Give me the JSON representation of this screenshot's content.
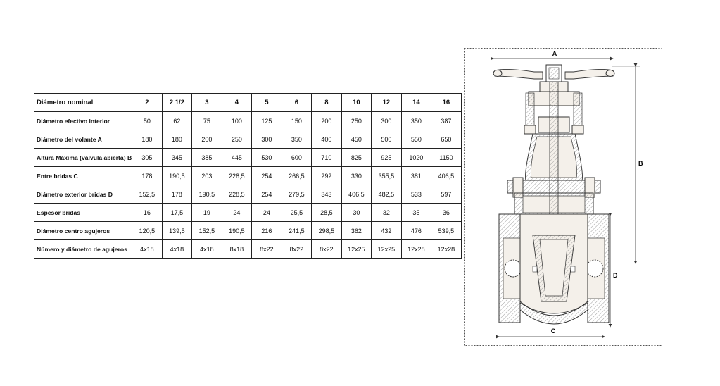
{
  "table": {
    "header_label": "Diámetro nominal",
    "sizes": [
      "2",
      "2 1/2",
      "3",
      "4",
      "5",
      "6",
      "8",
      "10",
      "12",
      "14",
      "16"
    ],
    "rows": [
      {
        "label": "Diámetro efectivo interior",
        "values": [
          "50",
          "62",
          "75",
          "100",
          "125",
          "150",
          "200",
          "250",
          "300",
          "350",
          "387"
        ]
      },
      {
        "label": "Diámetro del volante A",
        "values": [
          "180",
          "180",
          "200",
          "250",
          "300",
          "350",
          "400",
          "450",
          "500",
          "550",
          "650"
        ]
      },
      {
        "label": "Altura Máxima (válvula abierta) B",
        "values": [
          "305",
          "345",
          "385",
          "445",
          "530",
          "600",
          "710",
          "825",
          "925",
          "1020",
          "1150"
        ]
      },
      {
        "label": "Entre bridas C",
        "values": [
          "178",
          "190,5",
          "203",
          "228,5",
          "254",
          "266,5",
          "292",
          "330",
          "355,5",
          "381",
          "406,5"
        ]
      },
      {
        "label": "Diámetro exterior bridas D",
        "values": [
          "152,5",
          "178",
          "190,5",
          "228,5",
          "254",
          "279,5",
          "343",
          "406,5",
          "482,5",
          "533",
          "597"
        ]
      },
      {
        "label": "Espesor bridas",
        "values": [
          "16",
          "17,5",
          "19",
          "24",
          "24",
          "25,5",
          "28,5",
          "30",
          "32",
          "35",
          "36"
        ]
      },
      {
        "label": "Diámetro centro agujeros",
        "values": [
          "120,5",
          "139,5",
          "152,5",
          "190,5",
          "216",
          "241,5",
          "298,5",
          "362",
          "432",
          "476",
          "539,5"
        ]
      },
      {
        "label": "Número y diámetro de agujeros",
        "values": [
          "4x18",
          "4x18",
          "4x18",
          "8x18",
          "8x22",
          "8x22",
          "8x22",
          "12x25",
          "12x25",
          "12x28",
          "12x28"
        ]
      }
    ]
  },
  "drawing": {
    "dim_a": "A",
    "dim_b": "B",
    "dim_c": "C",
    "dim_d": "D",
    "colors": {
      "line": "#333333",
      "fill": "#f4f0ea",
      "hatch": "#8a8a8a",
      "frame": "#555555"
    }
  }
}
